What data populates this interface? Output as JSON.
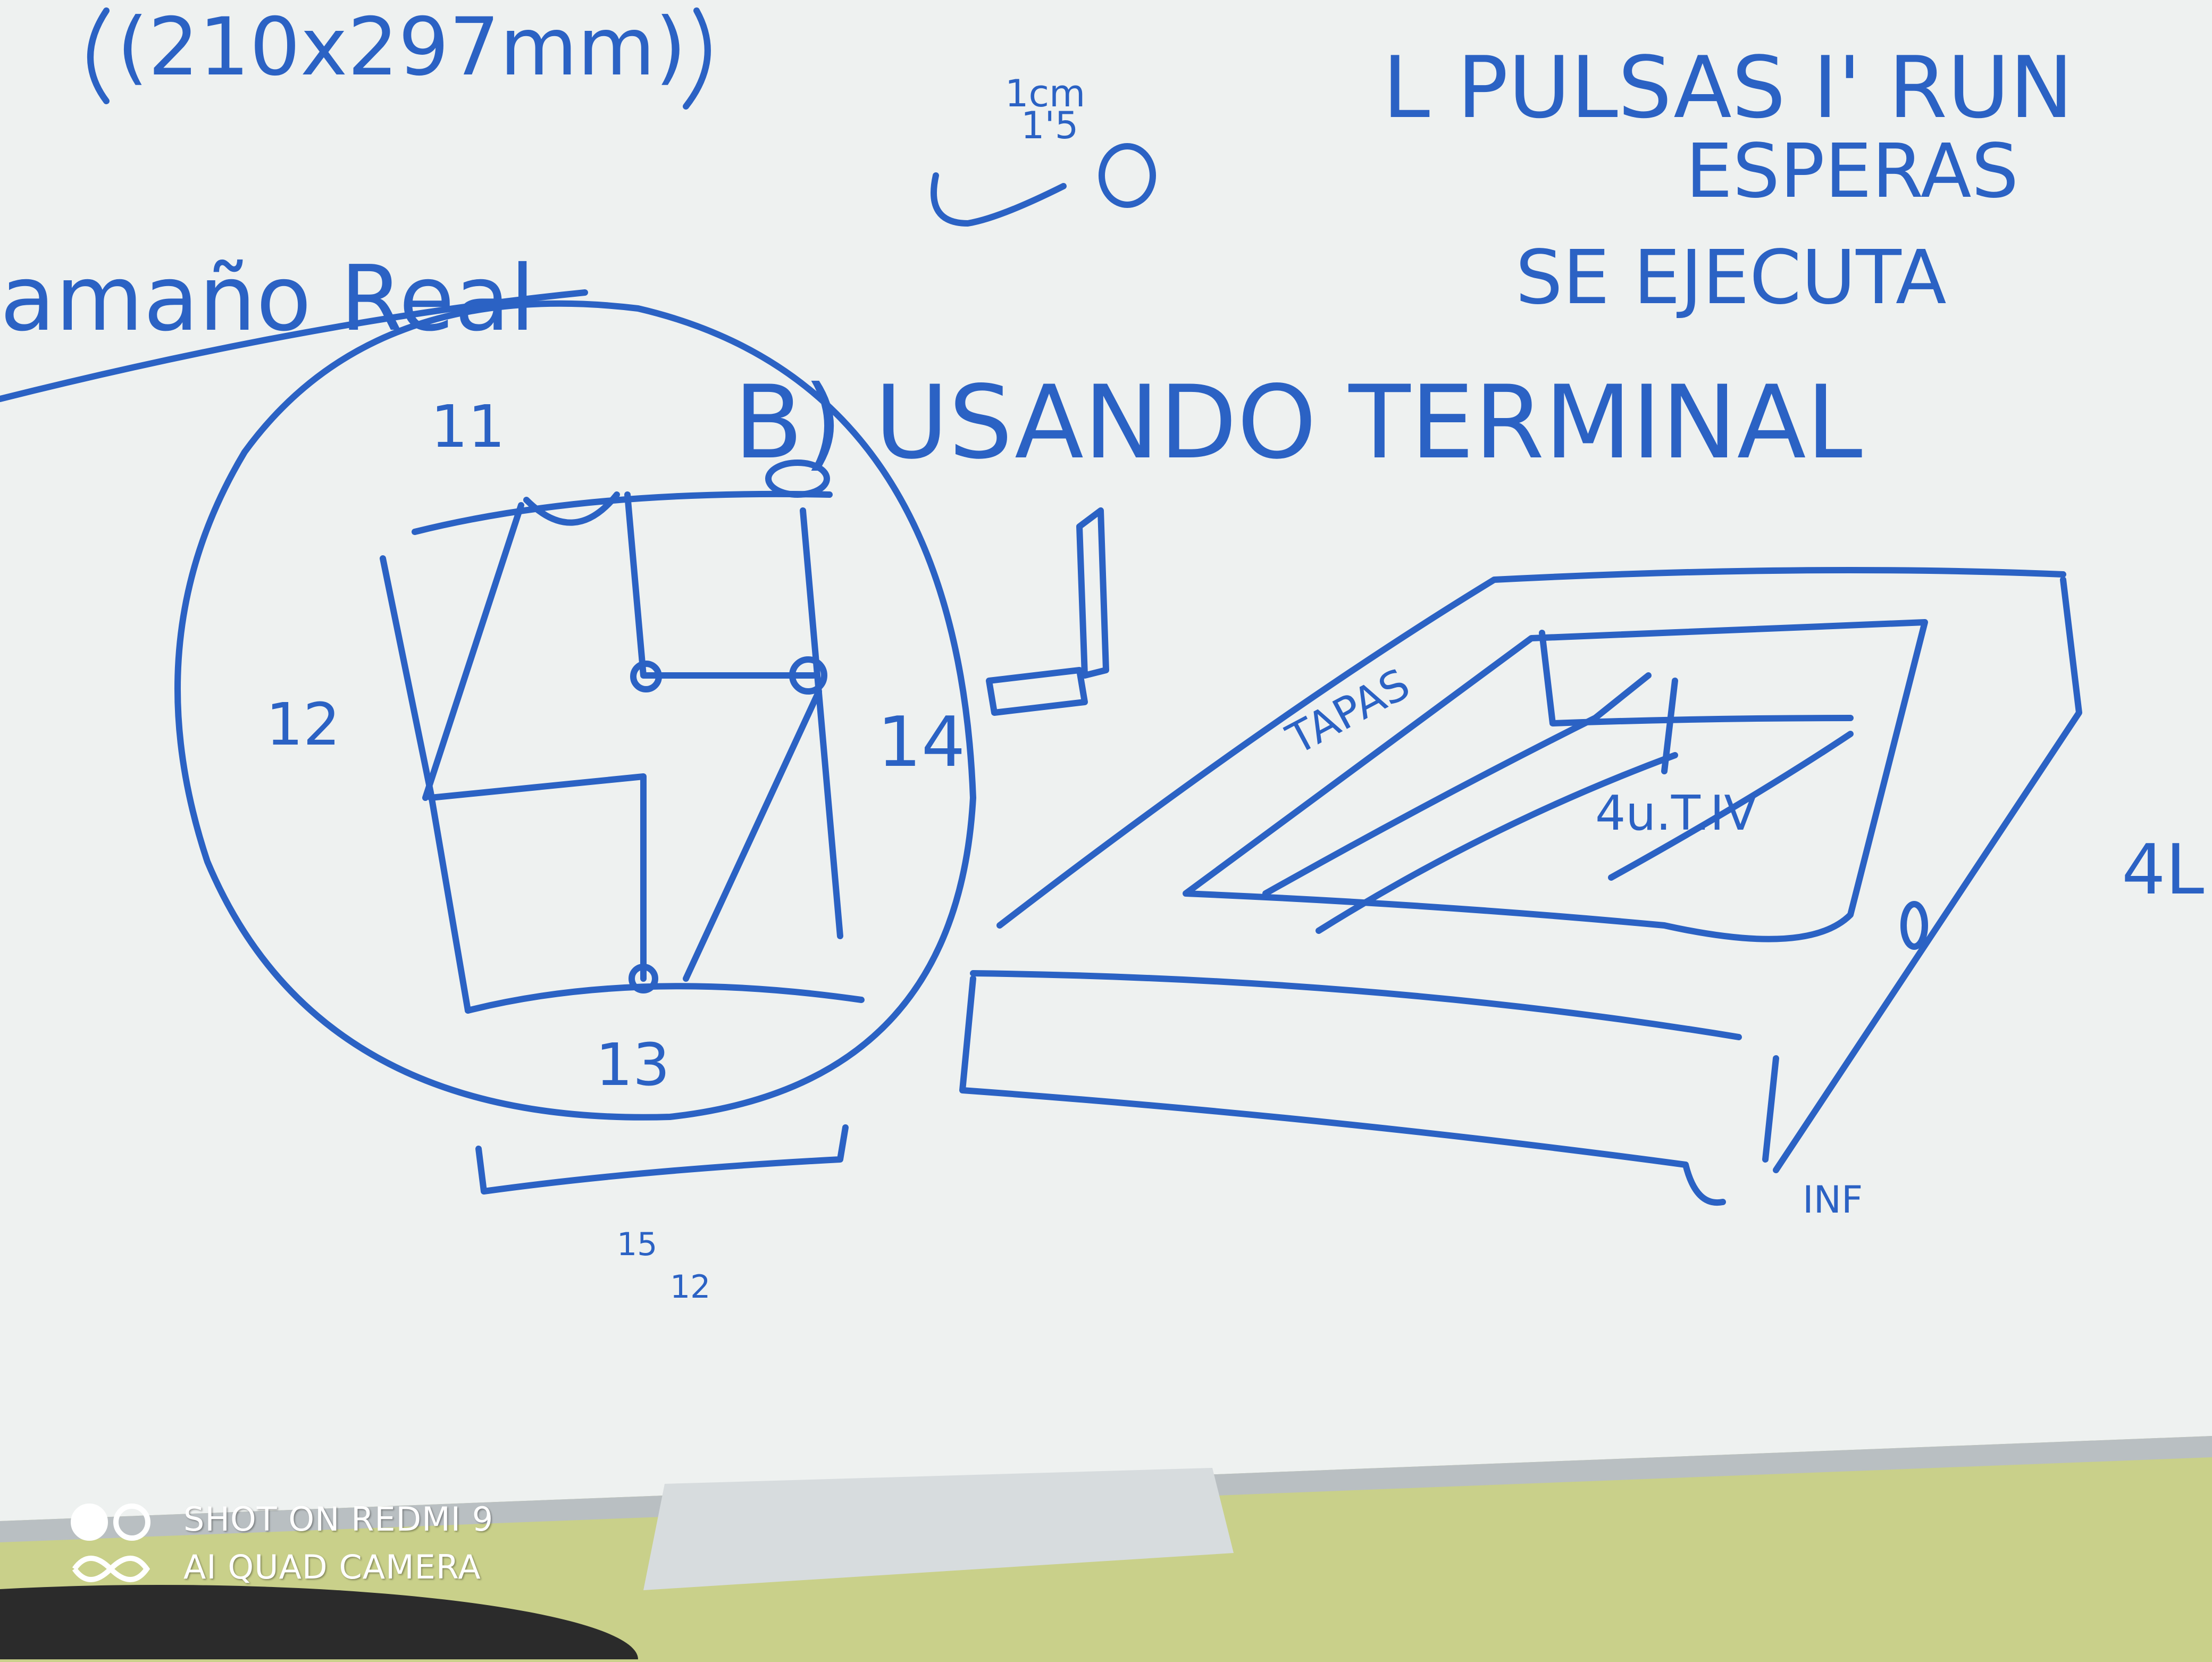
{
  "colors": {
    "marker_blue": "#2b62c4",
    "marker_light": "#5b8fdd",
    "board": "#eef1f0",
    "frame": "#b9bfc2",
    "wall": "#c9d08a"
  },
  "board_text": {
    "paper_size": "(210x297mm)",
    "scale_top": "1cm",
    "scale_bottom": "1'5",
    "tamano": "amaño Real",
    "pulsas": "L PULSAS I' RUN",
    "esperas": "ESPERAS",
    "ejecuta": "SE EJECUTA",
    "usando": "B) USANDO TERMINAL",
    "dim_top": "11",
    "dim_left": "12",
    "dim_right": "14",
    "dim_bottom": "13",
    "dim_base_top": "15",
    "dim_base_bottom": "12",
    "tapas": "TAPAS",
    "label_inner": "4u.T.IV",
    "label_right": "4L",
    "label_bottom": "INF"
  },
  "watermark": {
    "line1": "SHOT ON REDMI 9",
    "line2": "AI QUAD CAMERA",
    "logo_icon": "dual-camera-logo-icon"
  }
}
